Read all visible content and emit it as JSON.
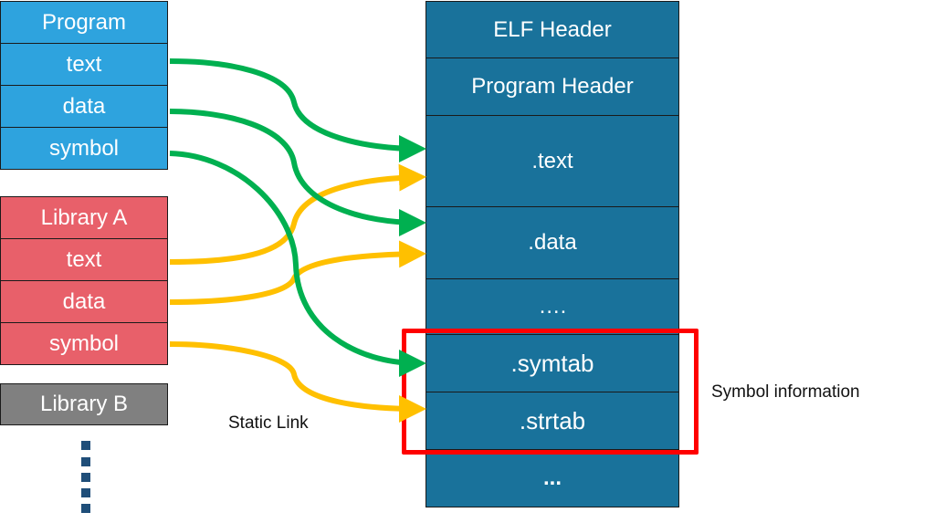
{
  "program": {
    "title": "Program",
    "sections": [
      "text",
      "data",
      "symbol"
    ],
    "color": "#2ea3de"
  },
  "library_a": {
    "title": "Library A",
    "sections": [
      "text",
      "data",
      "symbol"
    ],
    "color": "#e8606a"
  },
  "library_b": {
    "title": "Library B",
    "color": "#808080"
  },
  "elf": {
    "sections": [
      "ELF Header",
      "Program Header",
      ".text",
      ".data",
      "….",
      ".symtab",
      ".strtab",
      "..."
    ],
    "color": "#19729b"
  },
  "labels": {
    "static_link": "Static Link",
    "symbol_information": "Symbol information"
  },
  "arrows": {
    "program_color": "#00b050",
    "library_color": "#ffc000",
    "highlight_color": "#ff0000",
    "links": [
      {
        "from": "Program.text",
        "to": ".text"
      },
      {
        "from": "Program.data",
        "to": ".data"
      },
      {
        "from": "Program.symbol",
        "to": ".symtab"
      },
      {
        "from": "Library A.text",
        "to": ".text"
      },
      {
        "from": "Library A.data",
        "to": ".data"
      },
      {
        "from": "Library A.symbol",
        "to": ".strtab"
      }
    ]
  }
}
